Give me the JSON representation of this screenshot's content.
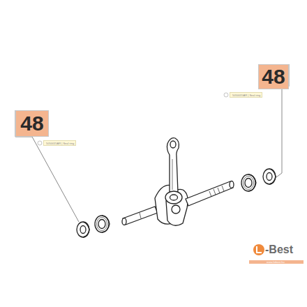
{
  "diagram": {
    "nodes": [
      {
        "text": [
          "48"
        ]
      },
      {
        "text": [
          "5050015AR | Seal ring"
        ]
      },
      {
        "text": [
          "48"
        ]
      },
      {
        "text": [
          "5050015AR | Seal ring"
        ]
      }
    ],
    "labels": [
      "-Best",
      "www.lobest.hu"
    ]
  }
}
